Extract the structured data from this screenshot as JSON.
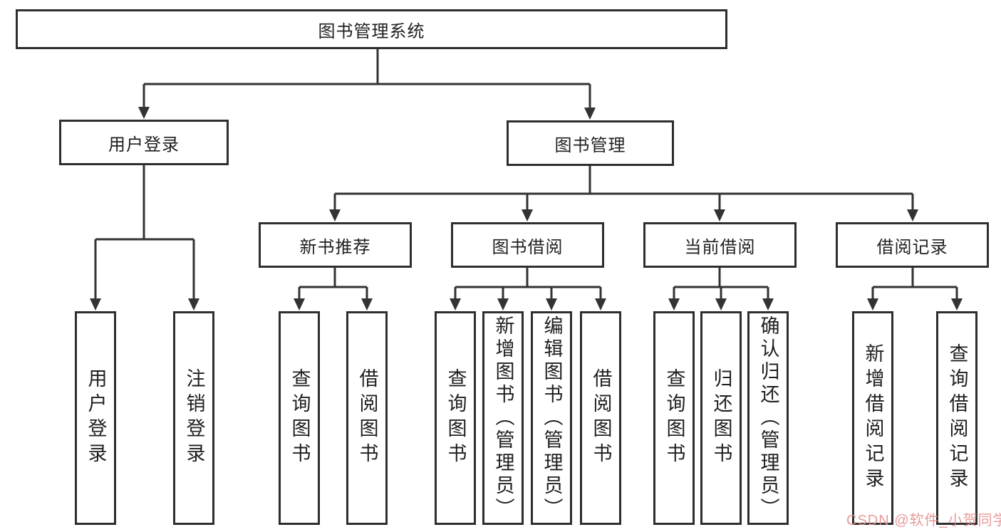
{
  "tree": {
    "label": "图书管理系统",
    "children": [
      {
        "label": "用户登录",
        "children": [
          {
            "label": "用户登录"
          },
          {
            "label": "注销登录"
          }
        ]
      },
      {
        "label": "图书管理",
        "children": [
          {
            "label": "新书推荐",
            "children": [
              {
                "label": "查询图书"
              },
              {
                "label": "借阅图书"
              }
            ]
          },
          {
            "label": "图书借阅",
            "children": [
              {
                "label": "查询图书"
              },
              {
                "label": "新增图书（管理员）"
              },
              {
                "label": "编辑图书（管理员）"
              },
              {
                "label": "借阅图书"
              }
            ]
          },
          {
            "label": "当前借阅",
            "children": [
              {
                "label": "查询图书"
              },
              {
                "label": "归还图书"
              },
              {
                "label": "确认归还（管理员）"
              }
            ]
          },
          {
            "label": "借阅记录",
            "children": [
              {
                "label": "新增借阅记录"
              },
              {
                "label": "查询借阅记录"
              }
            ]
          }
        ]
      }
    ]
  },
  "watermark": {
    "text": "CSDN @软件_小贺同学"
  },
  "colors": {
    "line": "#333333",
    "box_border": "#2e2e2e",
    "box_background": "#ffffff",
    "text": "#1f1f1f",
    "watermark": "#e68c8c",
    "page_background": "#ffffff"
  }
}
